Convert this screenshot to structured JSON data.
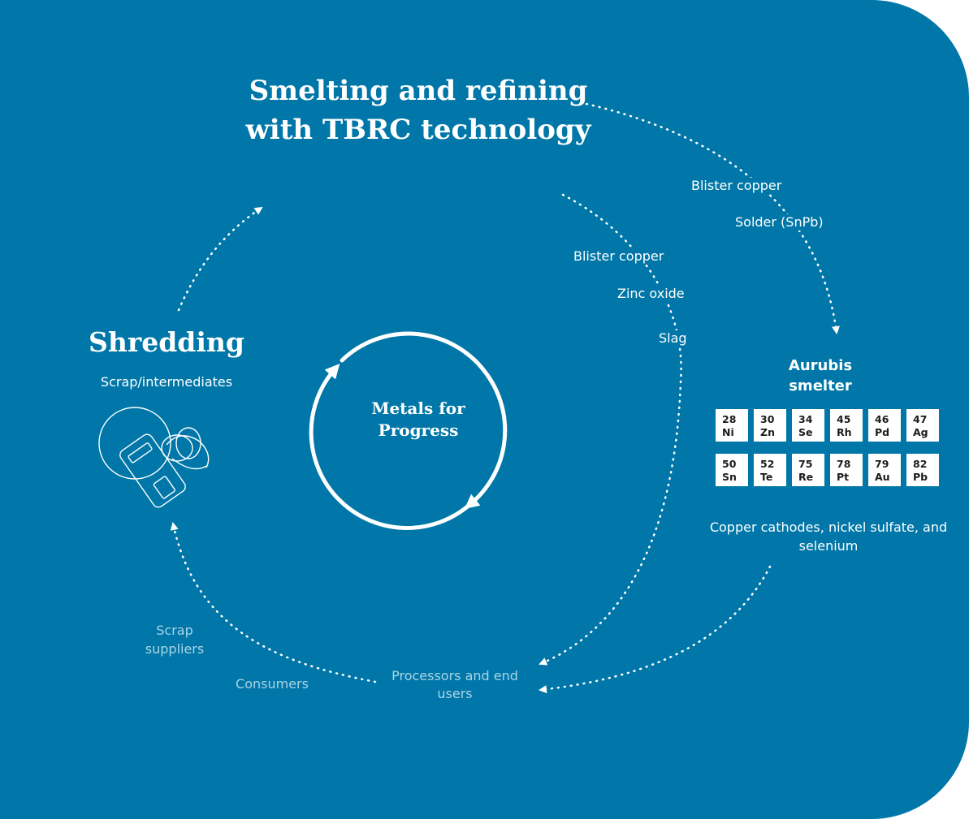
{
  "stages": {
    "top": "Smelting and refining with TBRC technology",
    "left": {
      "title": "Shredding",
      "subtitle": "Scrap/intermediates"
    },
    "center": "Metals for Progress",
    "smelter": {
      "title": "Aurubis smelter",
      "products": "Copper cathodes, nickel sulfate, and selenium",
      "elements": [
        {
          "number": "28",
          "symbol": "Ni"
        },
        {
          "number": "30",
          "symbol": "Zn"
        },
        {
          "number": "34",
          "symbol": "Se"
        },
        {
          "number": "45",
          "symbol": "Rh"
        },
        {
          "number": "46",
          "symbol": "Pd"
        },
        {
          "number": "47",
          "symbol": "Ag"
        },
        {
          "number": "50",
          "symbol": "Sn"
        },
        {
          "number": "52",
          "symbol": "Te"
        },
        {
          "number": "75",
          "symbol": "Re"
        },
        {
          "number": "78",
          "symbol": "Pt"
        },
        {
          "number": "79",
          "symbol": "Au"
        },
        {
          "number": "82",
          "symbol": "Pb"
        }
      ]
    }
  },
  "flows": {
    "to_smelter": [
      "Blister copper",
      "Solder (SnPb)"
    ],
    "to_processors": [
      "Blister copper",
      "Zinc oxide",
      "Slag"
    ],
    "processors": "Processors and end users",
    "scrap_suppliers": "Scrap suppliers",
    "consumers": "Consumers"
  },
  "icons": [
    "recycle-cycle-icon",
    "electronic-scrap-icon",
    "arrow-head-icon"
  ],
  "colors": {
    "background": "#0077a8",
    "foreground": "#ffffff",
    "muted_text": "#a9d4e6"
  }
}
